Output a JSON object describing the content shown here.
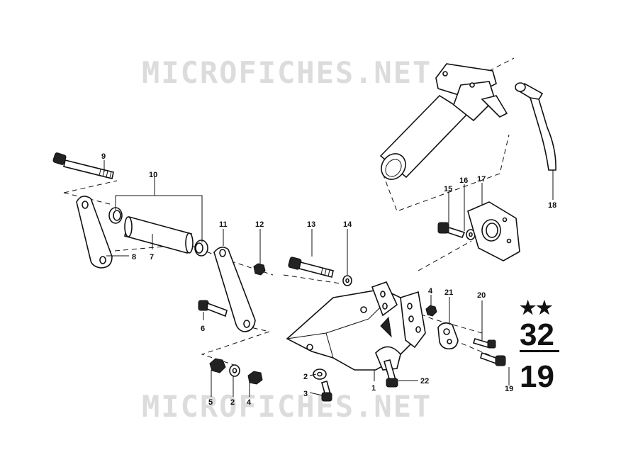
{
  "watermark": {
    "text": "MICROFICHES.NET"
  },
  "callouts": {
    "c1": "1",
    "c2a": "2",
    "c2b": "2",
    "c3": "3",
    "c4a": "4",
    "c4b": "4",
    "c5": "5",
    "c6": "6",
    "c7": "7",
    "c8": "8",
    "c9": "9",
    "c10": "10",
    "c11": "11",
    "c12": "12",
    "c13": "13",
    "c14": "14",
    "c15": "15",
    "c16": "16",
    "c17": "17",
    "c18": "18",
    "c19": "19",
    "c20": "20",
    "c21": "21",
    "c22": "22"
  },
  "reference": {
    "stars": "★★",
    "group": "32",
    "sheet": "19"
  }
}
